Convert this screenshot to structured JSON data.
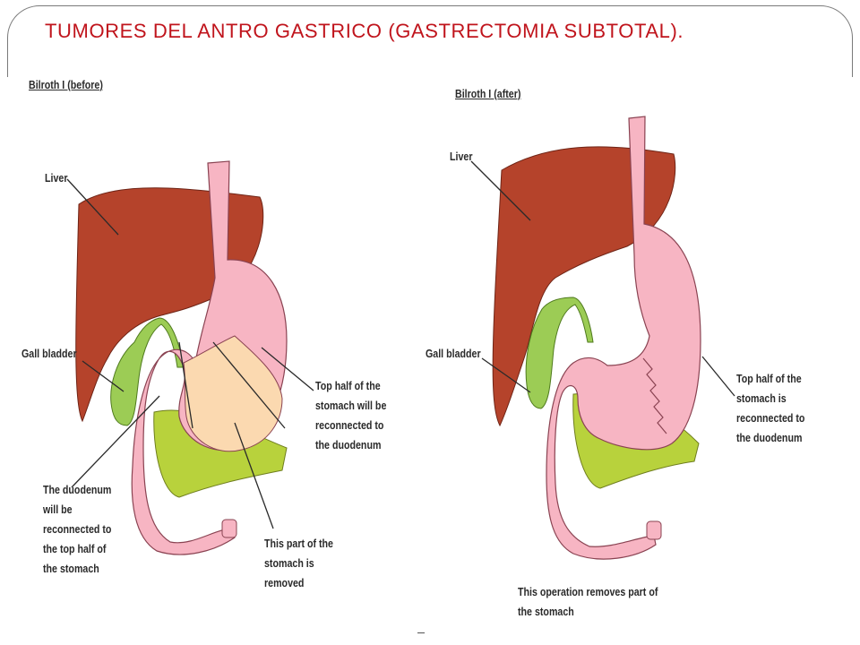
{
  "slide": {
    "title": "TUMORES DEL ANTRO GASTRICO (GASTRECTOMIA SUBTOTAL)."
  },
  "colors": {
    "title": "#c0141c",
    "liver": "#b5432b",
    "stomach": "#f7b5c3",
    "removed_part": "#fbd9b0",
    "pancreas": "#b8d23c",
    "gall_bladder": "#9ccc55",
    "outline": "#2a2a2a"
  },
  "diagrams": [
    {
      "title": "Bilroth I (before)",
      "labels": {
        "liver": "Liver",
        "gall_bladder": "Gall bladder",
        "top_half": "Top half of the\nstomach will be\nreconnected to\nthe duodenum",
        "duodenum": "The duodenum\nwill be\nreconnected to\nthe top half of\nthe stomach",
        "removed": "This part of the\nstomach is\nremoved"
      }
    },
    {
      "title": "Bilroth I (after)",
      "labels": {
        "liver": "Liver",
        "gall_bladder": "Gall bladder",
        "top_half": "Top half of the\nstomach is\nreconnected to\nthe duodenum",
        "operation": "This operation removes part of\nthe stomach"
      }
    }
  ]
}
